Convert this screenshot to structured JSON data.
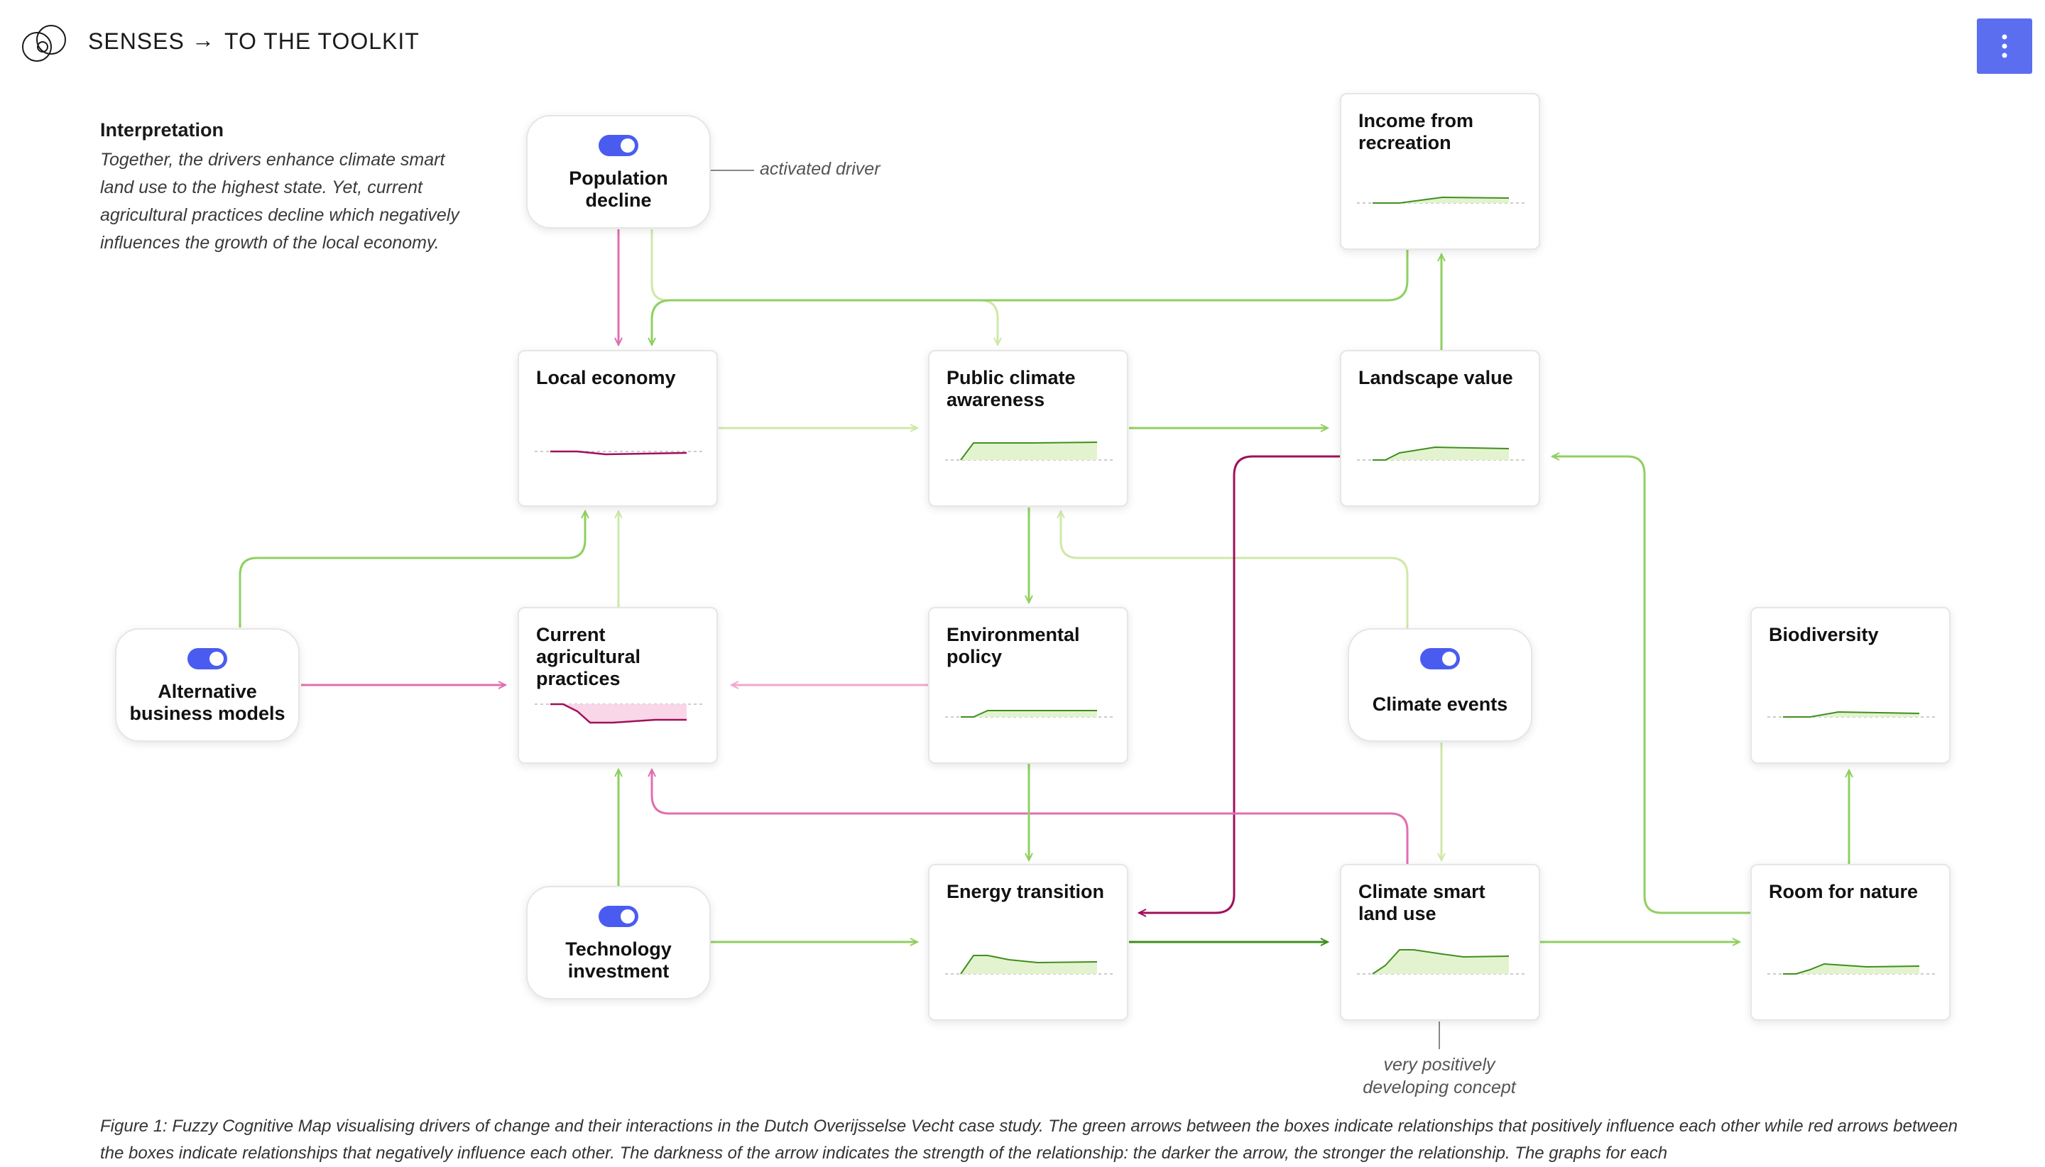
{
  "header": {
    "brand": "SENSES",
    "arrow": "→",
    "link_label": "TO THE TOOLKIT",
    "menu_icon": "vertical-ellipsis-icon"
  },
  "interpretation": {
    "title": "Interpretation",
    "text": "Together, the drivers enhance climate smart land use to the highest state. Yet, current agricultural practices decline which negatively influences the growth of the local economy."
  },
  "drivers": {
    "population_decline": "Population decline",
    "alternative_business_models": "Alternative business models",
    "technology_investment": "Technology investment",
    "climate_events": "Climate events"
  },
  "concepts": {
    "income_from_recreation": "Income from recreation",
    "local_economy": "Local economy",
    "public_climate_awareness": "Public climate awareness",
    "landscape_value": "Landscape value",
    "current_agricultural_practices": "Current agricultural practices",
    "environmental_policy": "Environmental policy",
    "biodiversity": "Biodiversity",
    "energy_transition": "Energy transition",
    "climate_smart_land_use": "Climate smart land use",
    "room_for_nature": "Room for nature"
  },
  "annotations": {
    "activated_driver": "activated driver",
    "very_positive": "very positively developing concept"
  },
  "caption": "Figure 1: Fuzzy Cognitive Map visualising drivers of change and their interactions in the Dutch Overijsselse Vecht case study. The green arrows between the boxes indicate relationships that positively influence each other while red arrows between the boxes indicate relationships that negatively influence each other. The darkness of the arrow indicates the strength of the relationship: the darker the arrow, the stronger the relationship. The graphs for each",
  "colors": {
    "accent": "#4a5cf0",
    "positive_light": "#cfe8a8",
    "positive_mid": "#8fd060",
    "positive_dark": "#3f8f1f",
    "negative_light": "#f3a6cf",
    "negative_mid": "#e06fb0",
    "negative_dark": "#a0105a",
    "trend_fill_positive": "#e3f3cf",
    "trend_fill_negative": "#f9d6e8"
  },
  "trends": {
    "income_from_recreation": "slightly positive",
    "local_economy": "slightly negative",
    "public_climate_awareness": "positive",
    "landscape_value": "positive",
    "current_agricultural_practices": "negative",
    "environmental_policy": "positive",
    "biodiversity": "slightly positive",
    "energy_transition": "positive",
    "climate_smart_land_use": "very positive",
    "room_for_nature": "positive"
  }
}
